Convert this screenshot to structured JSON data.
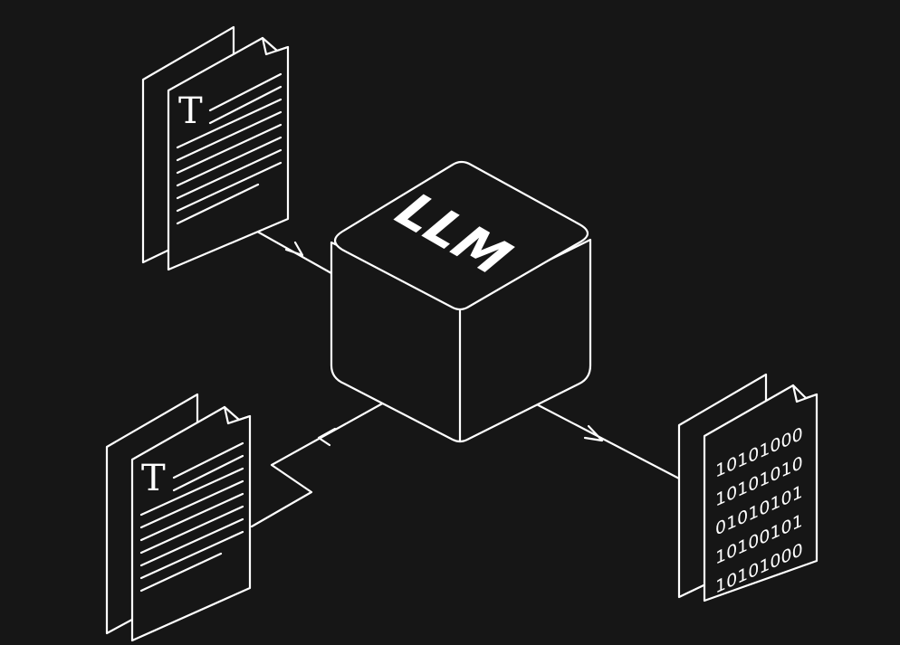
{
  "colors": {
    "background": "#161616",
    "stroke": "#ffffff"
  },
  "model": {
    "label": "LLM"
  },
  "text_document_input": {
    "icon": "text-document-icon",
    "glyph": "T"
  },
  "text_document_output": {
    "icon": "text-document-icon",
    "glyph": "T"
  },
  "binary_document": {
    "icon": "binary-document-icon",
    "lines": [
      "10101000",
      "10101010",
      "01010101",
      "10100101",
      "10101000"
    ]
  }
}
